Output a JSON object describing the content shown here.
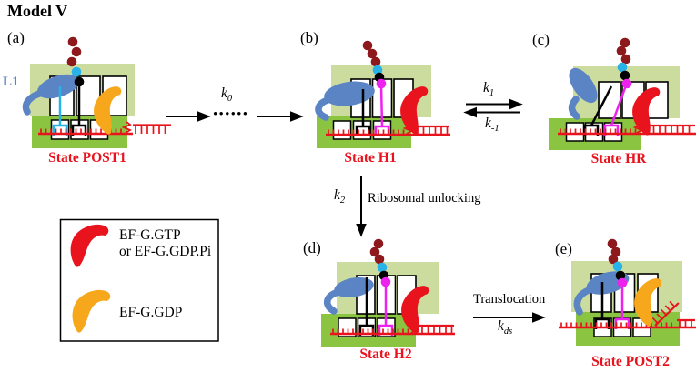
{
  "title": "Model V",
  "panels": {
    "a": {
      "label": "(a)",
      "state": "State POST1",
      "l1_label": "L1"
    },
    "b": {
      "label": "(b)",
      "state": "State H1"
    },
    "c": {
      "label": "(c)",
      "state": "State HR"
    },
    "d": {
      "label": "(d)",
      "state": "State H2"
    },
    "e": {
      "label": "(e)",
      "state": "State POST2"
    }
  },
  "transitions": {
    "k0": {
      "base": "k",
      "sub": "0"
    },
    "k1": {
      "base": "k",
      "sub": "1"
    },
    "km1": {
      "base": "k",
      "sub": "-1"
    },
    "k2": {
      "base": "k",
      "sub": "2"
    },
    "kds": {
      "base": "k",
      "sub": "ds"
    },
    "dots": "••••••",
    "unlocking": "Ribosomal unlocking",
    "translocation": "Translocation"
  },
  "legend": {
    "gtp_line1": "EF-G.GTP",
    "gtp_line2": "or EF-G.GDP.Pi",
    "gdp": "EF-G.GDP"
  },
  "colors": {
    "light_green": "#ccdc9e",
    "green": "#8ac440",
    "red": "#e8131d",
    "orange": "#f6a71c",
    "blue": "#5b84c4",
    "cyan": "#29b2e8",
    "magenta": "#ee22ee",
    "maroon": "#8e191c",
    "black": "#000000"
  }
}
